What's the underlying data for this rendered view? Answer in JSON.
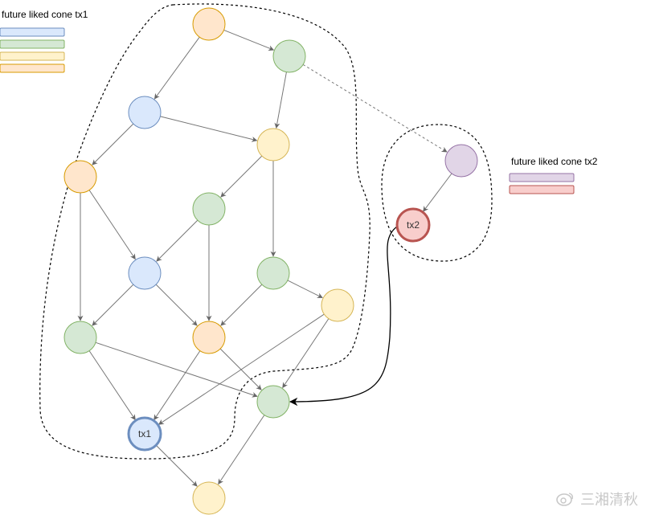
{
  "legend_tx1": {
    "title": "future liked cone tx1",
    "swatches": [
      {
        "fill": "#dae8fc",
        "stroke": "#6c8ebf"
      },
      {
        "fill": "#d5e8d4",
        "stroke": "#82b366"
      },
      {
        "fill": "#fff2cc",
        "stroke": "#d6b656"
      },
      {
        "fill": "#ffe6cc",
        "stroke": "#d79b00"
      }
    ]
  },
  "legend_tx2": {
    "title": "future liked cone tx2",
    "swatches": [
      {
        "fill": "#e1d5e7",
        "stroke": "#9673a6"
      },
      {
        "fill": "#f8cecc",
        "stroke": "#b85450"
      }
    ]
  },
  "palette": {
    "blue": {
      "fill": "#dae8fc",
      "stroke": "#6c8ebf"
    },
    "green": {
      "fill": "#d5e8d4",
      "stroke": "#82b366"
    },
    "yellow": {
      "fill": "#fff2cc",
      "stroke": "#d6b656"
    },
    "orange": {
      "fill": "#ffe6cc",
      "stroke": "#d79b00"
    },
    "purple": {
      "fill": "#e1d5e7",
      "stroke": "#9673a6"
    },
    "red": {
      "fill": "#f8cecc",
      "stroke": "#b85450"
    }
  },
  "nodes": [
    {
      "id": "n1",
      "color": "orange",
      "label": ""
    },
    {
      "id": "n2",
      "color": "green",
      "label": ""
    },
    {
      "id": "n3",
      "color": "blue",
      "label": ""
    },
    {
      "id": "n4",
      "color": "yellow",
      "label": ""
    },
    {
      "id": "n5",
      "color": "orange",
      "label": ""
    },
    {
      "id": "n6",
      "color": "green",
      "label": ""
    },
    {
      "id": "n7",
      "color": "blue",
      "label": ""
    },
    {
      "id": "n8",
      "color": "green",
      "label": ""
    },
    {
      "id": "n9",
      "color": "yellow",
      "label": ""
    },
    {
      "id": "n10",
      "color": "green",
      "label": ""
    },
    {
      "id": "n11",
      "color": "orange",
      "label": ""
    },
    {
      "id": "n12",
      "color": "green",
      "label": ""
    },
    {
      "id": "tx1",
      "color": "blue",
      "label": "tx1",
      "highlight": true
    },
    {
      "id": "n14",
      "color": "yellow",
      "label": ""
    },
    {
      "id": "n15",
      "color": "purple",
      "label": ""
    },
    {
      "id": "tx2",
      "color": "red",
      "label": "tx2",
      "highlight": true
    }
  ],
  "edges": [
    {
      "from": "n1",
      "to": "n2"
    },
    {
      "from": "n1",
      "to": "n3"
    },
    {
      "from": "n2",
      "to": "n4"
    },
    {
      "from": "n2",
      "to": "n15",
      "dashed": true
    },
    {
      "from": "n3",
      "to": "n4"
    },
    {
      "from": "n3",
      "to": "n5"
    },
    {
      "from": "n4",
      "to": "n6"
    },
    {
      "from": "n4",
      "to": "n8"
    },
    {
      "from": "n5",
      "to": "n7"
    },
    {
      "from": "n5",
      "to": "n10"
    },
    {
      "from": "n6",
      "to": "n7"
    },
    {
      "from": "n6",
      "to": "n11"
    },
    {
      "from": "n7",
      "to": "n10"
    },
    {
      "from": "n7",
      "to": "n11"
    },
    {
      "from": "n8",
      "to": "n9"
    },
    {
      "from": "n8",
      "to": "n11"
    },
    {
      "from": "n9",
      "to": "tx1"
    },
    {
      "from": "n9",
      "to": "n12"
    },
    {
      "from": "n10",
      "to": "tx1"
    },
    {
      "from": "n10",
      "to": "n12"
    },
    {
      "from": "n11",
      "to": "tx1"
    },
    {
      "from": "n11",
      "to": "n12"
    },
    {
      "from": "tx1",
      "to": "n14"
    },
    {
      "from": "n12",
      "to": "n14"
    },
    {
      "from": "n15",
      "to": "tx2"
    },
    {
      "from": "tx2",
      "to": "n12",
      "curved": true
    }
  ],
  "watermark": "三湘清秋"
}
